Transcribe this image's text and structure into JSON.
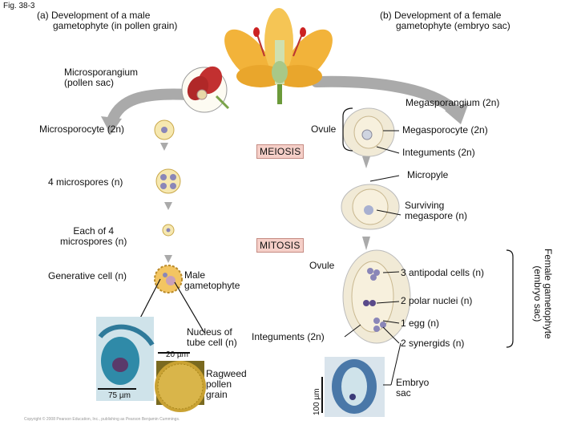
{
  "fig_label": "Fig. 38-3",
  "heading_left": "(a) Development of a male\n      gametophyte (in pollen grain)",
  "heading_right": "(b) Development of a female\n      gametophyte (embryo sac)",
  "labels": {
    "microsporangium": "Microsporangium\n(pollen sac)",
    "megasporangium": "Megasporangium (2n)",
    "microsporocyte": "Microsporocyte (2n)",
    "ovule_top": "Ovule",
    "megasporocyte": "Megasporocyte (2n)",
    "meiosis": "MEIOSIS",
    "integuments_top": "Integuments (2n)",
    "micropyle": "Micropyle",
    "four_microspores": "4 microspores (n)",
    "surviving_megaspore": "Surviving\nmegaspore (n)",
    "each_of_4": "Each of 4\nmicrospores (n)",
    "mitosis": "MITOSIS",
    "ovule_mid": "Ovule",
    "generative_cell": "Generative cell (n)",
    "male_gametophyte": "Male\ngametophyte",
    "antipodal": "3 antipodal cells (n)",
    "polar_nuclei": "2 polar nuclei (n)",
    "egg": "1 egg (n)",
    "synergids": "2 synergids (n)",
    "nucleus_tube": "Nucleus of\ntube cell (n)",
    "integuments_bottom": "Integuments (2n)",
    "scale_20": "20 µm",
    "scale_75": "75 µm",
    "scale_100": "100 µm",
    "ragweed": "Ragweed\npollen\ngrain",
    "embryo_sac": "Embryo\nsac",
    "female_gametophyte_vertical": "Female gametophyte\n(embryo sac)",
    "copyright": "Copyright © 2008 Pearson Education, Inc., publishing as Pearson Benjamin Cummings."
  }
}
